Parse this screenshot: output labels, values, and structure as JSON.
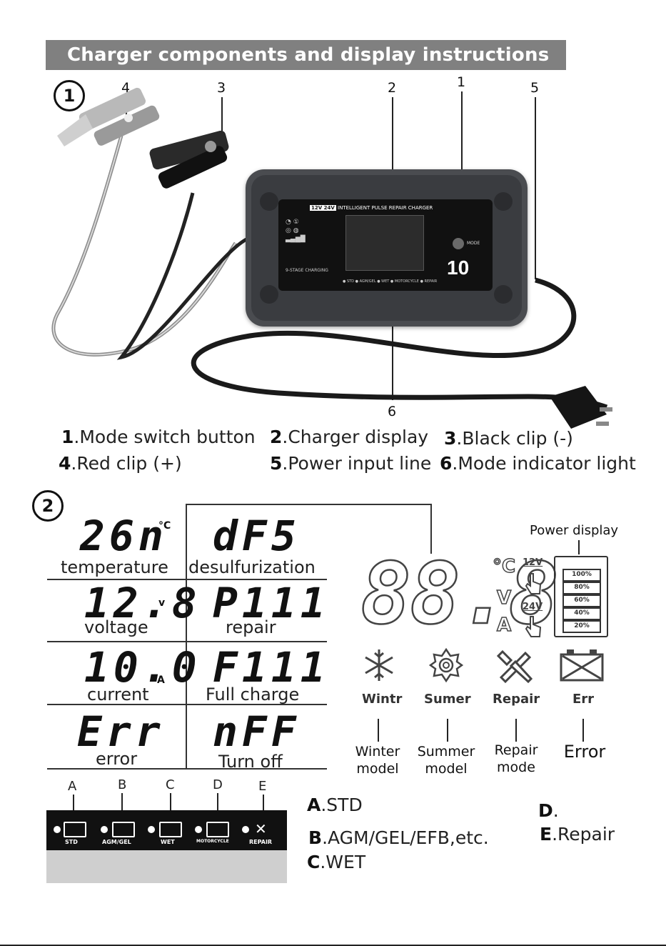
{
  "header": {
    "title": "Charger components and display instructions"
  },
  "section1": {
    "number": "1",
    "callouts": [
      "4",
      "3",
      "2",
      "1",
      "5",
      "6"
    ],
    "device": {
      "header_badges": "12V 24V",
      "product_label": "INTELLIGENT PULSE REPAIR CHARGER",
      "stage_label": "9-STAGE CHARGING",
      "mode_button": "MODE",
      "amp_rating": "10",
      "indicator_labels": [
        "STD",
        "AGM/GEL",
        "WET",
        "MOTORCYCLE",
        "REPAIR"
      ]
    },
    "legend": [
      {
        "num": "1",
        "text": ".Mode switch  button"
      },
      {
        "num": "2",
        "text": ".Charger display"
      },
      {
        "num": "3",
        "text": ".Black clip  (-)"
      },
      {
        "num": "4",
        "text": ".Red clip  (+)"
      },
      {
        "num": "5",
        "text": ".Power input line"
      },
      {
        "num": "6",
        "text": ".Mode indicator light"
      }
    ]
  },
  "section2": {
    "number": "2",
    "codes": [
      {
        "code": "26n",
        "unit": "°C",
        "label": "temperature"
      },
      {
        "code": "dF5",
        "unit": "",
        "label": "desulfurization"
      },
      {
        "code": "12.8",
        "unit": "v",
        "label": "voltage"
      },
      {
        "code": "P111",
        "unit": "",
        "label": "repair"
      },
      {
        "code": "10.0",
        "unit": "A",
        "label": "current"
      },
      {
        "code": "F111",
        "unit": "",
        "label": "Full charge"
      },
      {
        "code": "Err",
        "unit": "",
        "label": "error"
      },
      {
        "code": "nFF",
        "unit": "",
        "label": "Turn off"
      }
    ],
    "lcd": {
      "digits": "88.8",
      "units": [
        "°C",
        "V",
        "A"
      ],
      "voltages": [
        "12V",
        "24V"
      ],
      "power_display_label": "Power display",
      "battery_levels": [
        "100%",
        "80%",
        "60%",
        "40%",
        "20%"
      ],
      "icons": [
        {
          "label": "Wintr",
          "icon": "snowflake-icon"
        },
        {
          "label": "Sumer",
          "icon": "sun-icon"
        },
        {
          "label": "Repair",
          "icon": "tools-icon"
        },
        {
          "label": "Err",
          "icon": "battery-error-icon"
        }
      ],
      "mode_captions": [
        "Winter model",
        "Summer model",
        "Repair mode",
        "Error"
      ]
    },
    "panel": {
      "letters": [
        "A",
        "B",
        "C",
        "D",
        "E"
      ],
      "labels": [
        "STD",
        "AGM/GEL",
        "WET",
        "MOTORCYCLE",
        "REPAIR"
      ]
    },
    "mode_legend": [
      {
        "letter": "A",
        "text": ".STD"
      },
      {
        "letter": "B",
        "text": ".AGM/GEL/EFB,etc."
      },
      {
        "letter": "C",
        "text": ".WET"
      },
      {
        "letter": "D",
        "text": "."
      },
      {
        "letter": "E",
        "text": ".Repair"
      }
    ]
  },
  "colors": {
    "banner": "#808080",
    "device_body": "#4a4c50",
    "lcd_segments": "#444444"
  }
}
